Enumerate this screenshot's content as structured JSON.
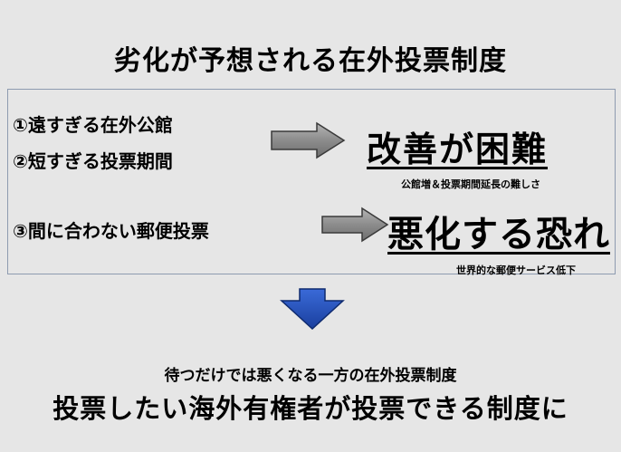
{
  "title": "劣化が予想される在外投票制度",
  "problems": [
    "①遠すぎる在外公館",
    "②短すぎる投票期間",
    "③間に合わない郵便投票"
  ],
  "outcomes": [
    {
      "label": "改善が困難",
      "sub": "公館増＆投票期間延長の難しさ"
    },
    {
      "label": "悪化する恐れ",
      "sub": "世界的な郵便サービス低下"
    }
  ],
  "conclusion": {
    "sub": "待つだけでは悪くなる一方の在外投票制度",
    "main": "投票したい海外有権者が投票できる制度に"
  },
  "colors": {
    "background": "#e6e6e6",
    "arrow_gray": "#8c8c8c",
    "arrow_blue": "#1f4fbf",
    "box_border": "#8e9bb0"
  }
}
